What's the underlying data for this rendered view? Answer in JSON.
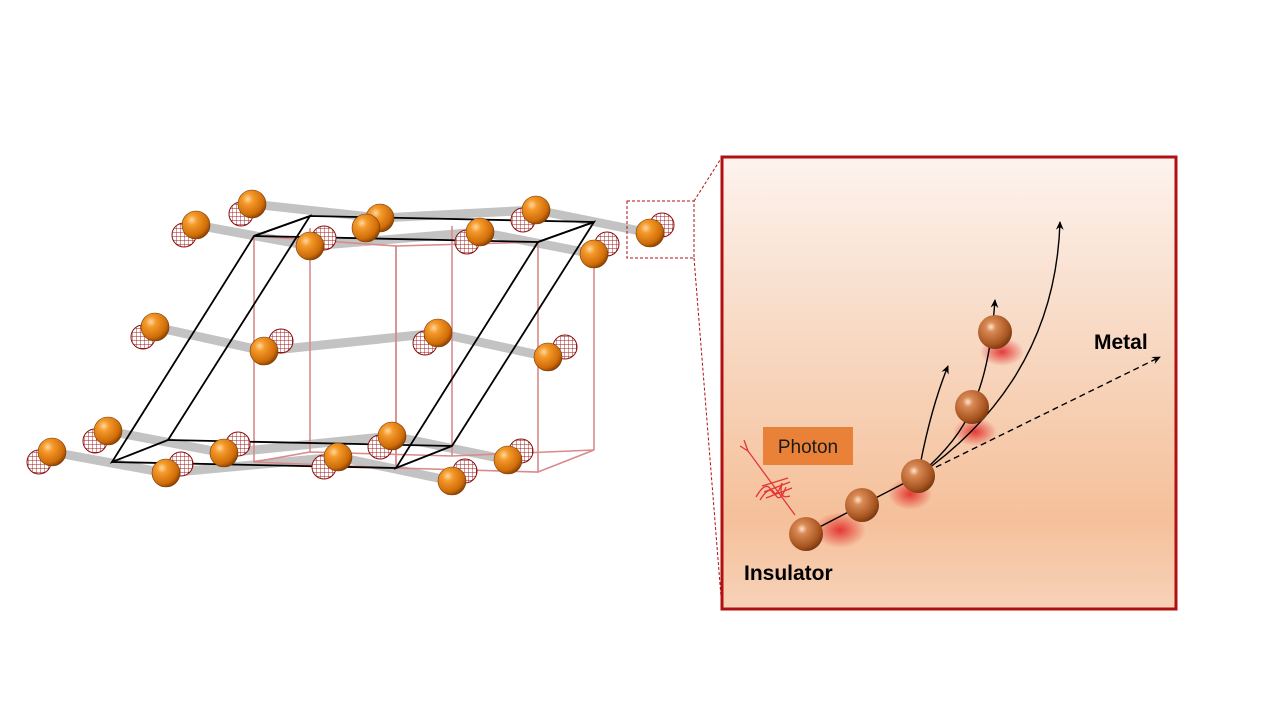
{
  "labels": {
    "photon": "Photon",
    "metal": "Metal",
    "insulator": "Insulator"
  },
  "colors": {
    "atom": "#e8830e",
    "atom_dark": "#9a4a05",
    "inset_border": "#b01010",
    "photon_box": "#e98238",
    "photon_pulse": "#e33535",
    "cell_black": "#000000",
    "cell_pink": "#d98a8a",
    "bond": "#bdbdbd",
    "inset_bg_top": "#fdf3ee",
    "inset_bg_mid": "#f5c6a3",
    "trajectory_atom": "#b5622a"
  },
  "icons": {
    "lattice_atom": "orange-sphere-icon",
    "shadow_atom": "red-mesh-sphere-icon",
    "photon_pulse": "wavy-photon-icon"
  }
}
